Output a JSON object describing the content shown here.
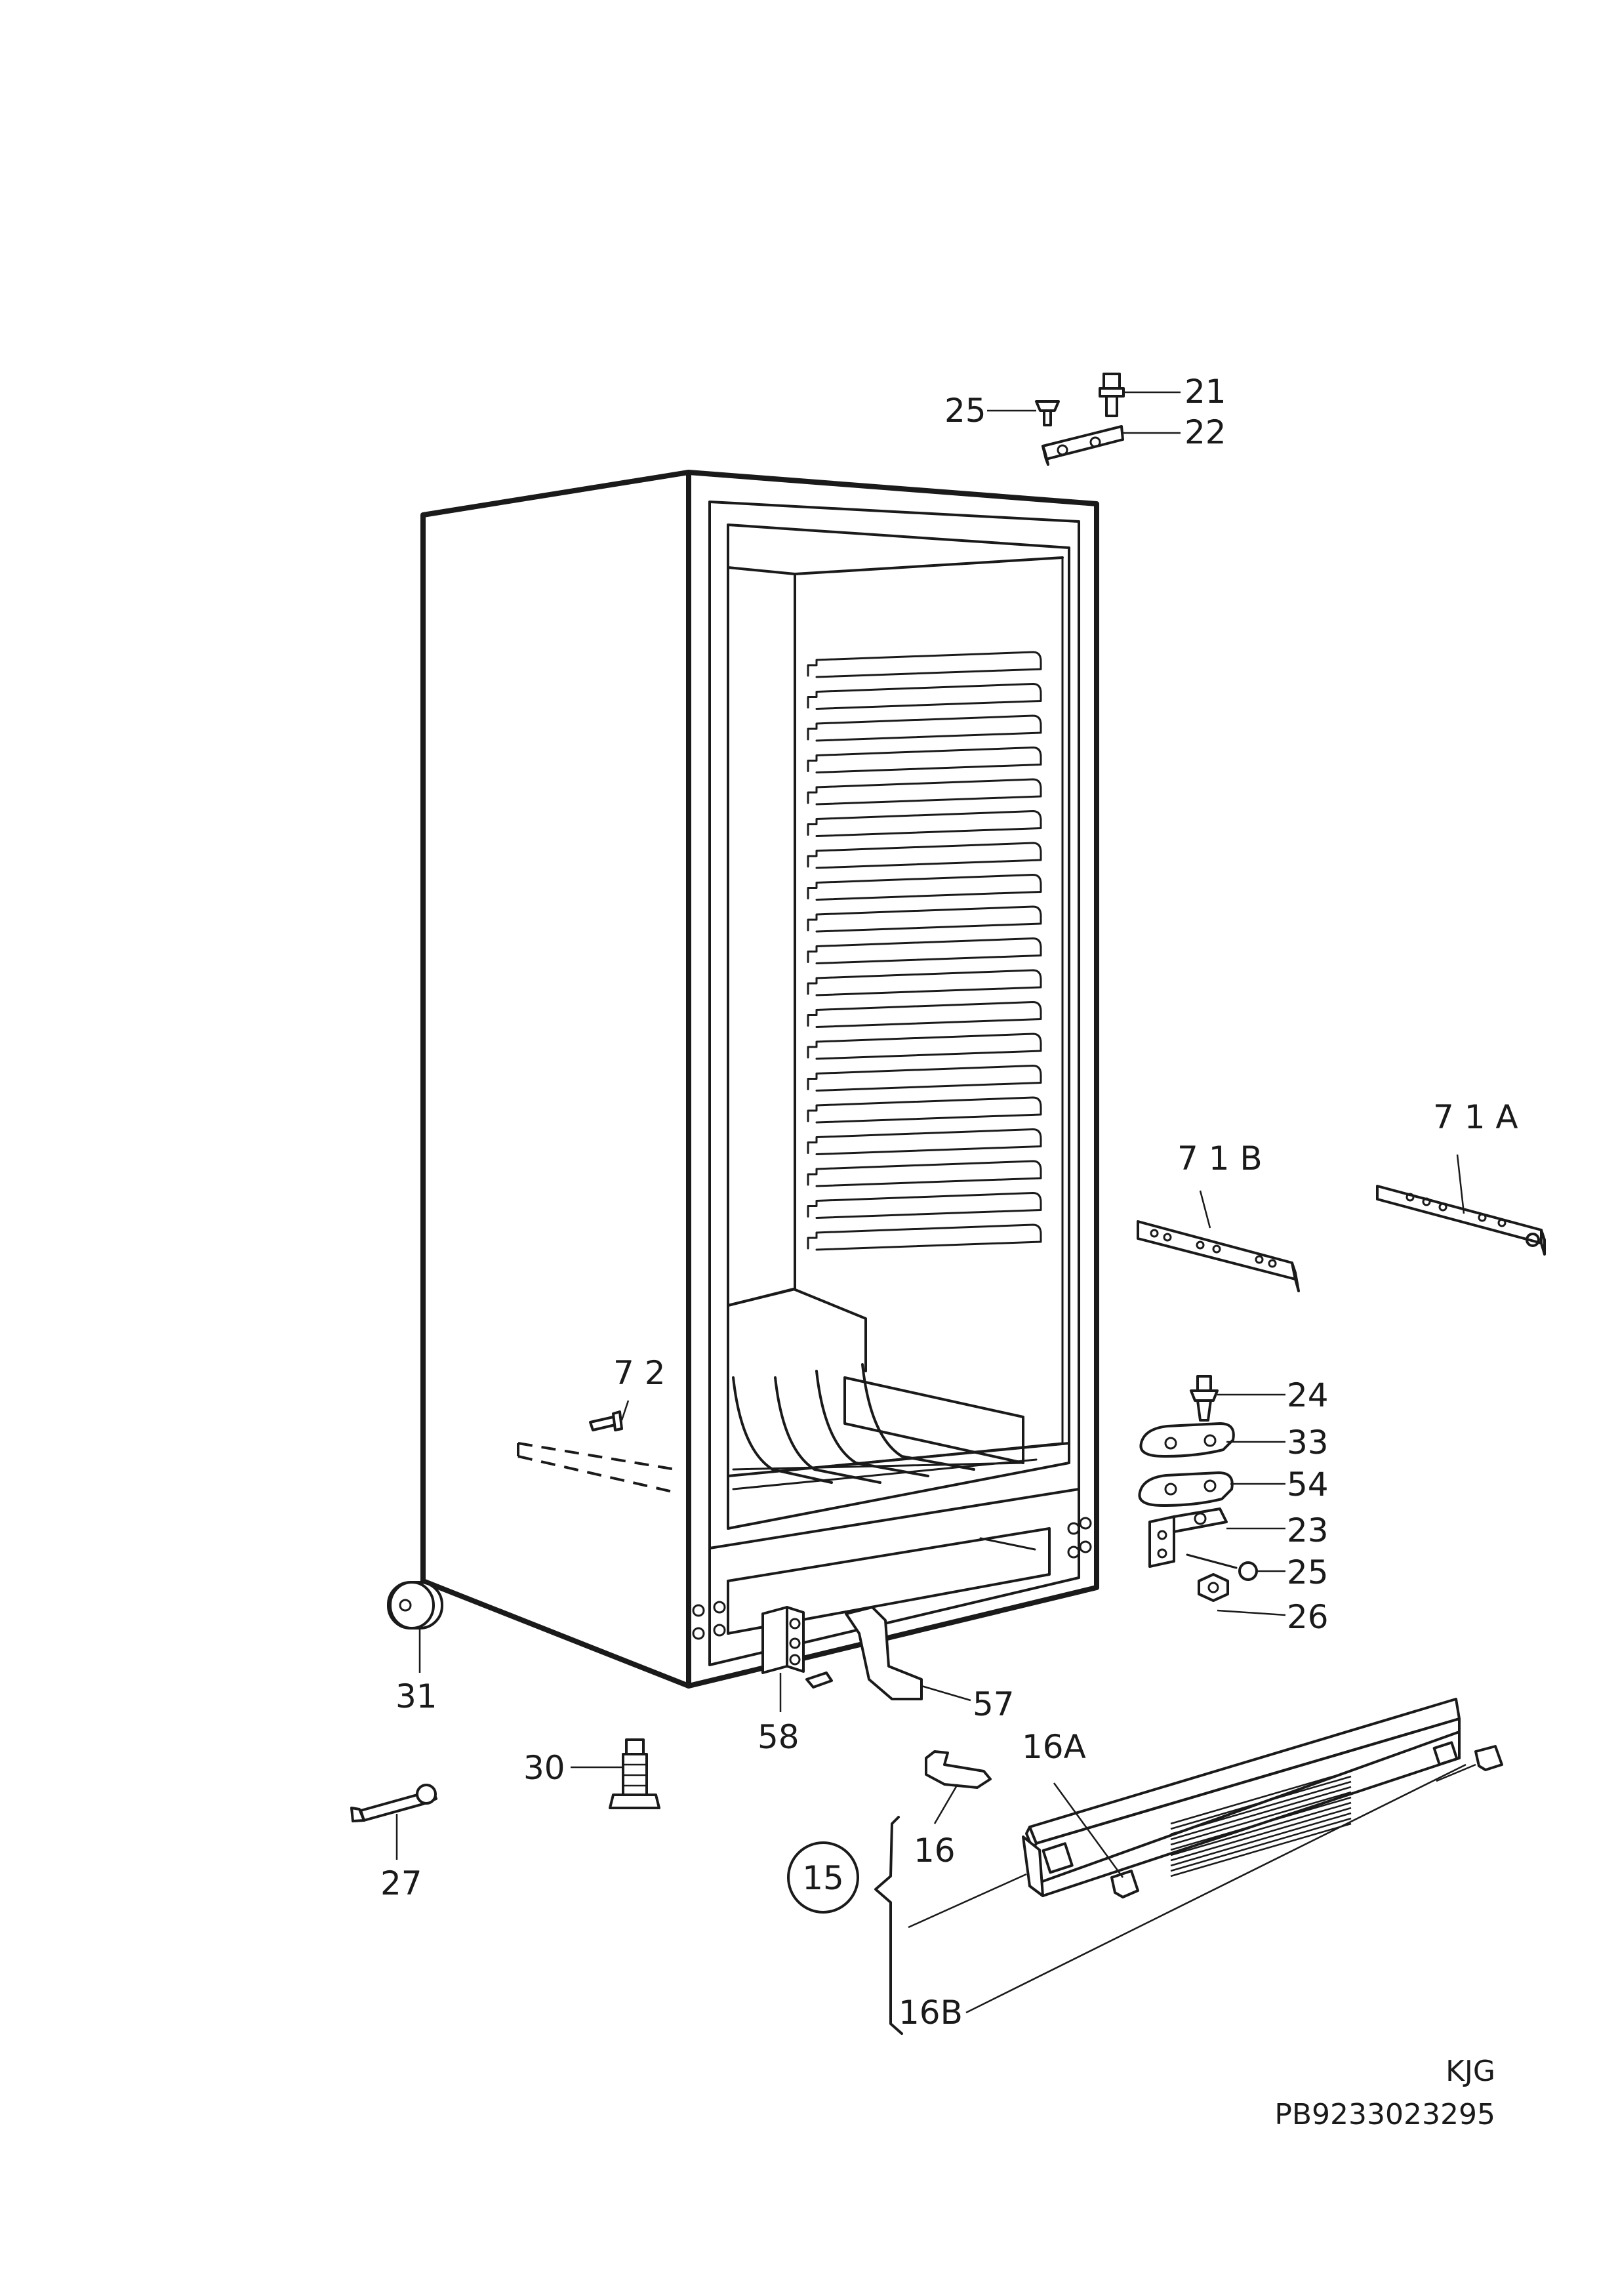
{
  "labels": {
    "p21": "21",
    "p22": "22",
    "p25a": "25",
    "p71a": "7 1 A",
    "p71b": "7 1 B",
    "p72": "7 2",
    "p24": "24",
    "p33": "33",
    "p54": "54",
    "p23": "23",
    "p25b": "25",
    "p26": "26",
    "p31": "31",
    "p58": "58",
    "p57": "57",
    "p30": "30",
    "p27": "27",
    "p16a": "16A",
    "p16": "16",
    "p15": "15",
    "p16b": "16B"
  },
  "footer": {
    "code": "KJG",
    "part_number": "PB9233023295"
  },
  "colors": {
    "line": "#1a1a1a",
    "background": "#ffffff"
  }
}
